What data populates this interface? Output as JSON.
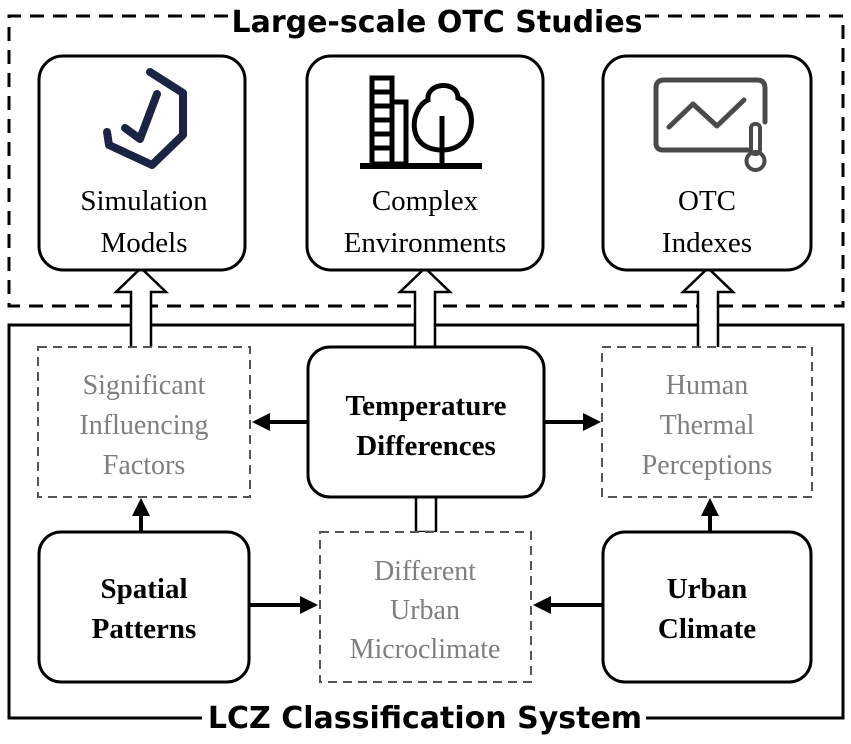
{
  "top_frame": {
    "title": "Large-scale OTC Studies"
  },
  "bottom_frame": {
    "title": "LCZ Classification System"
  },
  "cards": {
    "simulation": {
      "line1": "Simulation",
      "line2": "Models",
      "icon": "simulation-model-icon"
    },
    "environments": {
      "line1": "Complex",
      "line2": "Environments",
      "icon": "building-tree-icon"
    },
    "otc": {
      "line1": "OTC",
      "line2": "Indexes",
      "icon": "chart-thermometer-icon"
    }
  },
  "boxes": {
    "factors": {
      "lines": [
        "Significant",
        "Influencing",
        "Factors"
      ]
    },
    "temperature": {
      "lines": [
        "Temperature",
        "Differences"
      ]
    },
    "perceptions": {
      "lines": [
        "Human",
        "Thermal",
        "Perceptions"
      ]
    },
    "spatial": {
      "lines": [
        "Spatial",
        "Patterns"
      ]
    },
    "microclimate": {
      "lines": [
        "Different",
        "Urban",
        "Microclimate"
      ]
    },
    "climate": {
      "lines": [
        "Urban",
        "Climate"
      ]
    }
  },
  "colors": {
    "line": "#000000",
    "grey_text": "#7f7f7f",
    "dashed_border": "#555555",
    "icon_navy": "#1c2444"
  }
}
